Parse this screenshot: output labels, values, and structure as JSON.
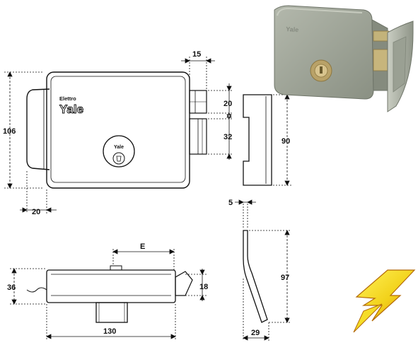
{
  "brand": {
    "line1": "Elettro",
    "line2": "Yale",
    "cylinder": "Yale"
  },
  "dimensions": {
    "height_total": "106",
    "latch_offset": "15",
    "latch_height": "20",
    "bolt_height": "32",
    "front_offset": "20",
    "side_height": "90",
    "plate_thickness": "5",
    "plate_height": "97",
    "plate_depth": "29",
    "bottom_height": "36",
    "bottom_E": "E",
    "bottom_latch": "18",
    "width_total": "130"
  },
  "colors": {
    "line": "#111111",
    "lock_body": "#9ea397",
    "lock_body_dark": "#7d8377",
    "brass": "#c8b27a",
    "bolt_yellow": "#f3df1c",
    "bolt_orange": "#e39a1a"
  }
}
